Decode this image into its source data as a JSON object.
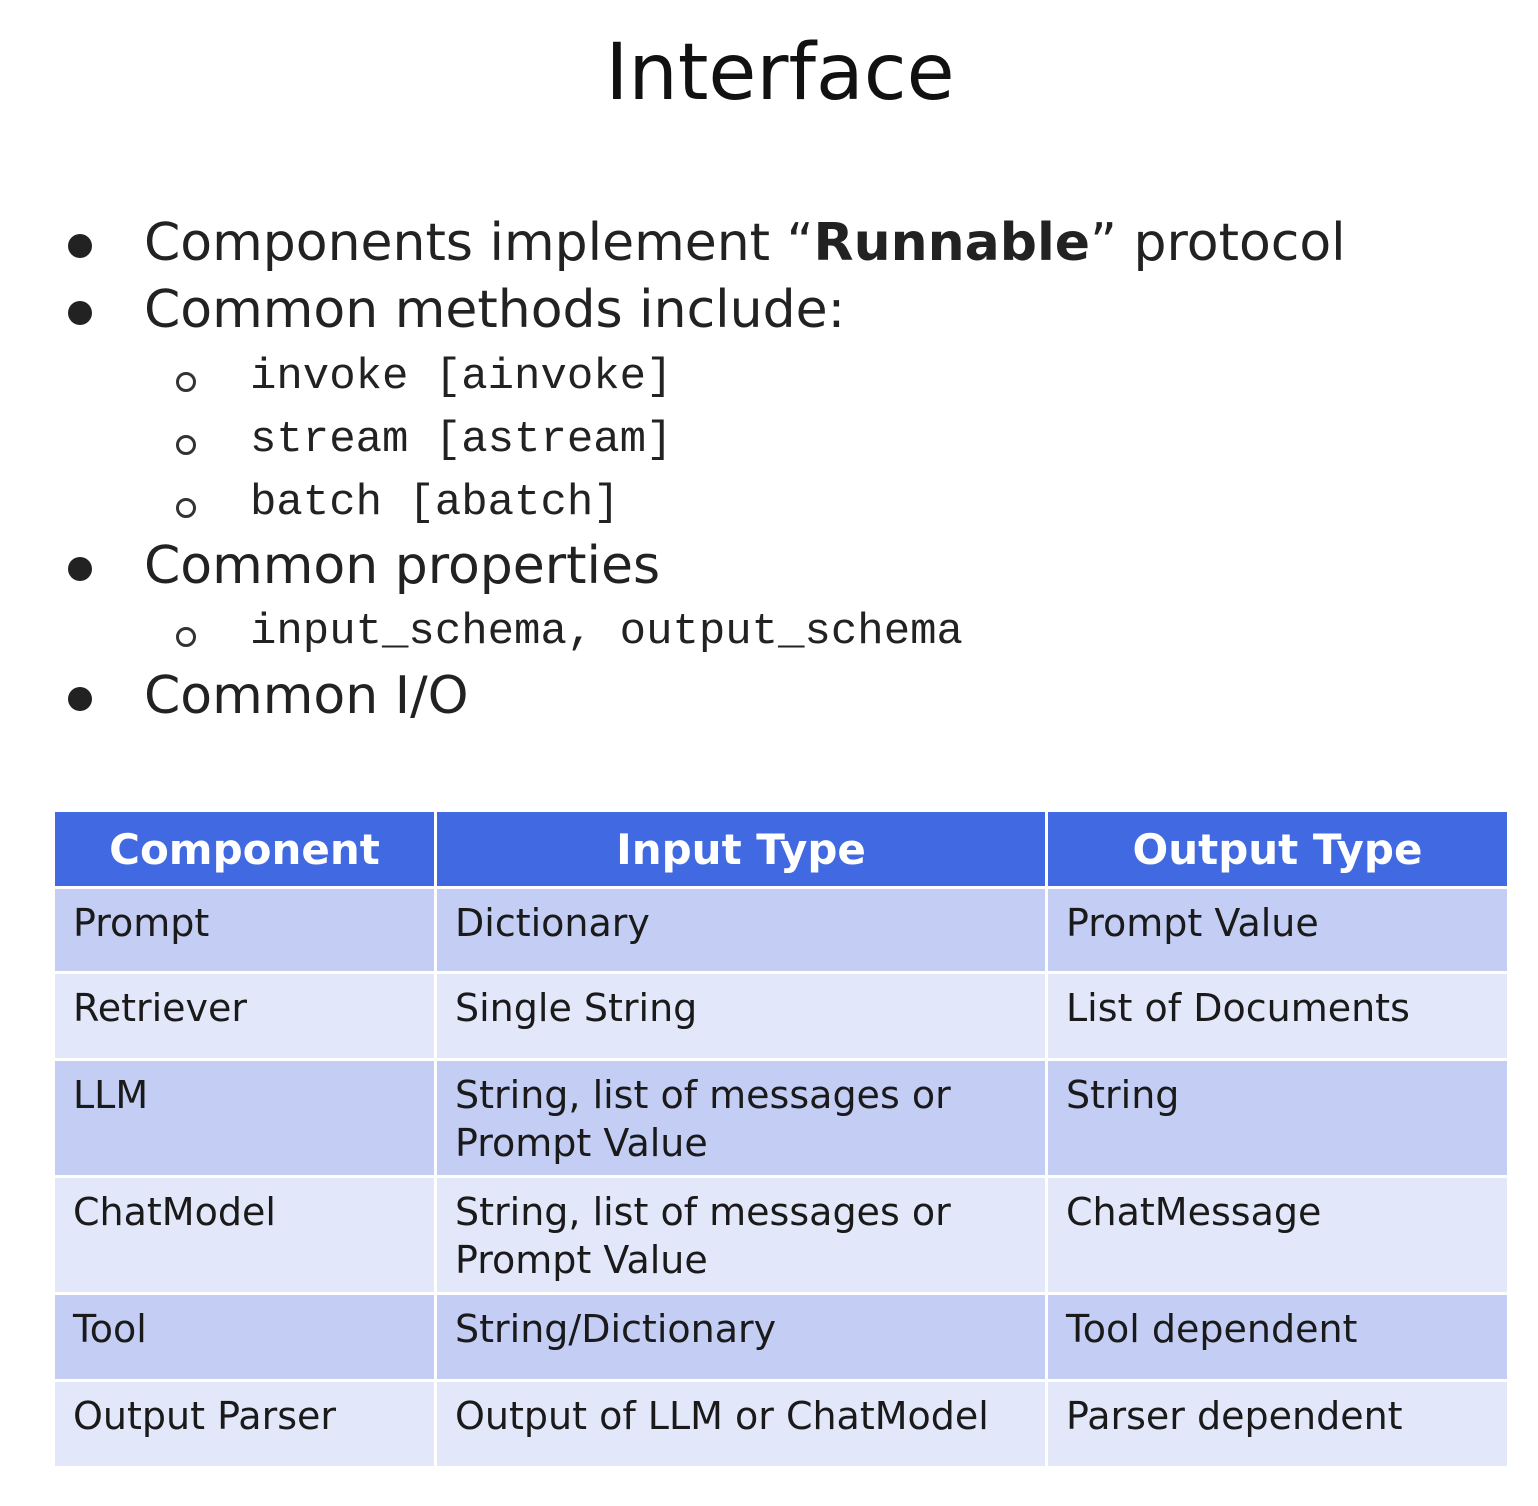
{
  "slide": {
    "title": "Interface"
  },
  "bullets": {
    "item1": {
      "pre": "Components implement “",
      "bold": "Runnable",
      "post": "” protocol"
    },
    "item2": "Common methods include:",
    "methods": [
      "invoke [ainvoke]",
      "stream [astream]",
      "batch [abatch]"
    ],
    "item3": "Common properties",
    "properties": [
      "input_schema, output_schema"
    ],
    "item4": "Common I/O"
  },
  "table": {
    "headers": [
      "Component",
      "Input Type",
      "Output Type"
    ],
    "rows": [
      [
        "Prompt",
        "Dictionary",
        "Prompt Value"
      ],
      [
        "Retriever",
        "Single String",
        "List of Documents"
      ],
      [
        "LLM",
        "String, list of messages or Prompt Value",
        "String"
      ],
      [
        "ChatModel",
        "String, list of messages or Prompt Value",
        "ChatMessage"
      ],
      [
        "Tool",
        "String/Dictionary",
        "Tool dependent"
      ],
      [
        "Output Parser",
        "Output of LLM or ChatModel",
        "Parser dependent"
      ]
    ]
  },
  "colors": {
    "header_bg": "#4169e1",
    "row_dark": "#c4cdf4",
    "row_light": "#e3e7fa"
  }
}
